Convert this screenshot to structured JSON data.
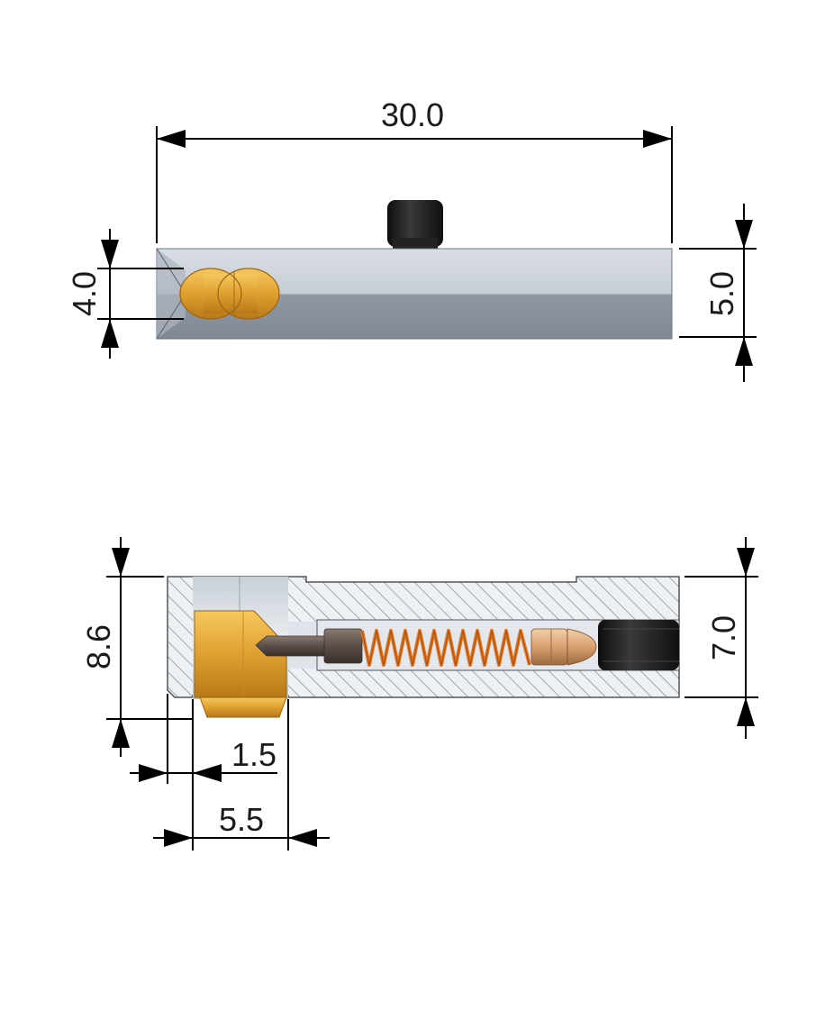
{
  "dimensions": {
    "top_length": "30.0",
    "top_left_height": "4.0",
    "top_right_height": "5.0",
    "section_left_height": "8.6",
    "section_right_height": "7.0",
    "offset_small": "1.5",
    "offset_large": "5.5"
  },
  "colors": {
    "body_light": "#d2d7de",
    "body_dark": "#8c95a1",
    "brass": "#e0a030",
    "brass_dark": "#b87818",
    "spring": "#e07820",
    "set_screw": "#1c1c1c",
    "hatch": "#9aa3ad"
  }
}
